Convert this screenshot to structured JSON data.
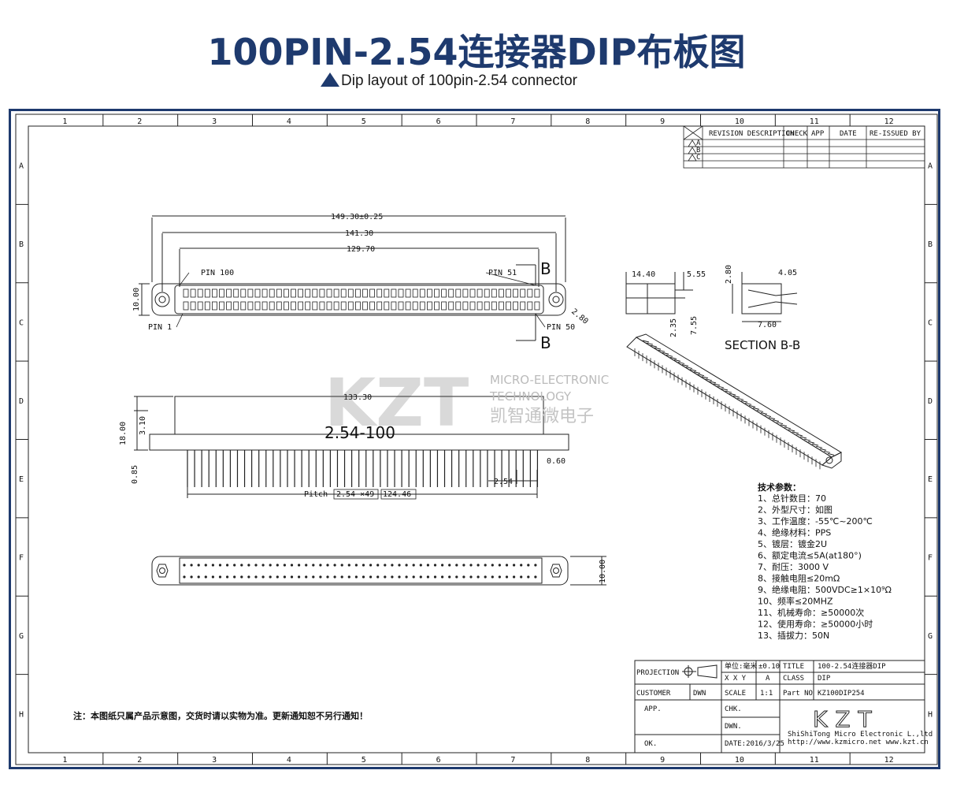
{
  "header": {
    "title": "100PIN-2.54连接器DIP布板图",
    "subtitle": "Dip layout of 100pin-2.54 connector"
  },
  "grid": {
    "columns": [
      "1",
      "2",
      "3",
      "4",
      "5",
      "6",
      "7",
      "8",
      "9",
      "10",
      "11",
      "12"
    ],
    "rows": [
      "A",
      "B",
      "C",
      "D",
      "E",
      "F",
      "G",
      "H"
    ]
  },
  "revision_table": {
    "headers": [
      "REVISION DESCRIPTION",
      "CHECK",
      "APP",
      "DATE",
      "RE-ISSUED BY"
    ],
    "rows": [
      "A",
      "B",
      "C"
    ]
  },
  "top_view": {
    "dim_overall": "149.30±0.25",
    "dim_mount": "141.30",
    "dim_body": "129.70",
    "dim_height": "10.00",
    "dim_hole": "2.80",
    "pin_100": "PIN 100",
    "pin_51": "PIN 51",
    "pin_1": "PIN 1",
    "pin_50": "PIN 50",
    "section_mark": "B"
  },
  "side_view": {
    "dim_a": "14.40",
    "dim_b": "5.55",
    "dim_c": "2.35",
    "dim_d": "7.55"
  },
  "section_view": {
    "label": "SECTION B-B",
    "dim_a": "2.80",
    "dim_b": "4.05",
    "dim_c": "7.60"
  },
  "front_view": {
    "dim_body": "133.30",
    "dim_height": "18.00",
    "dim_top": "3.10",
    "dim_tail": "0.85",
    "dim_pin_width": "0.60",
    "dim_pitch": "2.54",
    "part_label": "2.54-100",
    "pitch_label": "Pitch",
    "pitch_box_1": "2.54 ×49",
    "pitch_box_2": "124.46"
  },
  "bottom_view": {
    "dim_height": "10.00"
  },
  "watermark": {
    "logo": "KZT",
    "line1": "MICRO-ELECTRONIC",
    "line2": "TECHNOLOGY",
    "line3": "凯智通微电子"
  },
  "specs": {
    "heading": "技术参数：",
    "items": [
      "1、总针数目：70",
      "2、外型尺寸：如图",
      "3、工作温度：-55℃~200℃",
      "4、绝缘材料：PPS",
      "5、镀层：镀金2U",
      "6、额定电流≤5A(at180°)",
      "7、耐压：3000 V",
      "8、接触电阻≤20mΩ",
      "9、绝缘电阻：500VDC≥1×10⁹Ω",
      "10、频率≤20MHZ",
      "11、机械寿命：≥50000次",
      "12、使用寿命：≥50000小时",
      "13、插拔力：50N"
    ]
  },
  "title_block": {
    "projection": "PROJECTION",
    "units": "单位:毫米",
    "tolerance": "±0.10",
    "dims_label": "X X Y",
    "rev": "A",
    "title_label": "TITLE",
    "title_value": "100-2.54连接器DIP",
    "class_label": "CLASS",
    "class_value": "DIP",
    "customer": "CUSTOMER",
    "drawn_by": "DWN",
    "scale_label": "SCALE",
    "scale_value": "1:1",
    "part_no_label": "Part NO",
    "part_no_value": "KZ100DIP254",
    "app": "APP.",
    "chk": "CHK.",
    "dwn": "DWN.",
    "ok": "OK.",
    "date": "DATE:2016/3/25",
    "company_logo": "KZT",
    "company_name": "ShiShiTong Micro Electronic L.,ltd",
    "company_url": "http://www.kzmicro.net  www.kzt.cn"
  },
  "note": "注：本图纸只属产品示意图，交货时请以实物为准。更新通知恕不另行通知！"
}
